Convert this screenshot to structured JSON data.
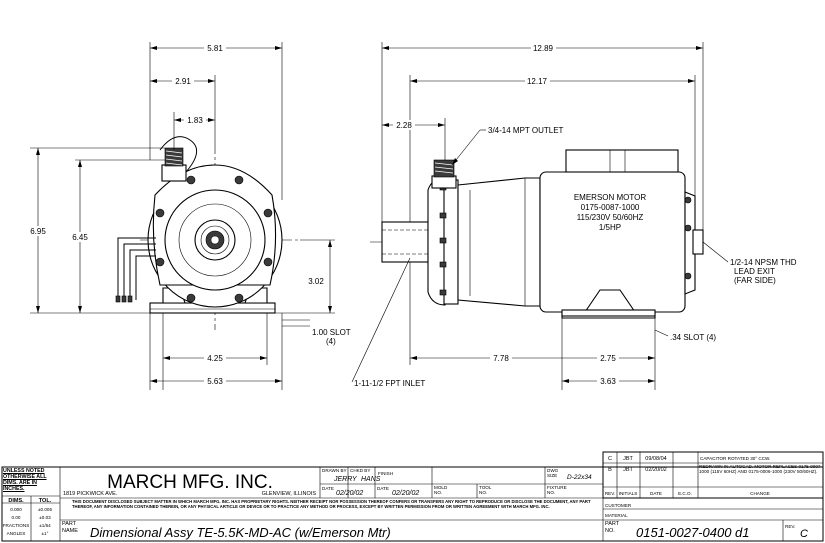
{
  "dims": {
    "left_overall_width": "5.81",
    "left_half_width": "2.91",
    "outlet_offset": "1.83",
    "overall_height": "6.95",
    "height_to_outlet": "6.45",
    "centerline_height": "3.02",
    "foot_hole_spacing": "4.25",
    "base_width": "5.63",
    "overall_length": "12.89",
    "motor_length": "12.17",
    "outlet_setback": "2.28",
    "base_length": "7.78",
    "foot_slot_spacing": "2.75",
    "foot_rear": "3.63"
  },
  "callouts": {
    "slot_left": "1.00  SLOT",
    "slot_left_qty": "(4)",
    "slot_right": ".34  SLOT (4)",
    "outlet": "3/4-14  MPT  OUTLET",
    "inlet": "1-11-1/2  FPT  INLET",
    "lead_exit_1": "1/2-14  NPSM  THD",
    "lead_exit_2": "LEAD  EXIT",
    "lead_exit_3": "(FAR SIDE)"
  },
  "motor_label": {
    "line1": "EMERSON  MOTOR",
    "line2": "0175-0087-1000",
    "line3": "115/230V  50/60HZ",
    "line4": "1/5HP"
  },
  "revisions": {
    "rows": [
      {
        "rev": "C",
        "initials": "JBT",
        "date": "09/08/04",
        "eco": "",
        "change": "CAPACITOR ROTATED 30° CCW."
      },
      {
        "rev": "B",
        "initials": "JBT",
        "date": "02/20/02",
        "eco": "",
        "change": "REDRAWN IN AUTOCAD. MOTOR REPLACES 0175-0007-1000 (115V 60HZ) AND 0175-0006-1000 (230V 50/60HZ)."
      }
    ],
    "headers": {
      "rev": "REV.",
      "initials": "INITIALS",
      "date": "DATE",
      "eco": "E.C.O.",
      "change": "CHANGE"
    }
  },
  "title_block": {
    "tolerance_header": "UNLESS NOTED OTHERWISE ALL DIMS. ARE IN INCHES.",
    "dims_header": "DIMS.",
    "tol_header": "TOL.",
    "tol_rows": [
      {
        "dims": "0.000",
        "tol": "±0.005"
      },
      {
        "dims": "0.00",
        "tol": "±0.03"
      },
      {
        "dims": "FRACTIONS",
        "tol": "±1/64"
      },
      {
        "dims": "ANGLES",
        "tol": "±1°"
      }
    ],
    "company": "MARCH MFG. INC.",
    "address": "1819 PICKWICK AVE.",
    "city": "GLENVIEW, ILLINOIS",
    "drawn_by_label": "DRAWN BY",
    "drawn_by": "JERRY",
    "chkd_by_label": "CHKD BY",
    "chkd_by": "HANS",
    "date_label": "DATE",
    "drawn_date": "02/20/02",
    "chkd_date": "02/20/02",
    "finish_label": "FINISH",
    "mold_label": "MOLD NO.",
    "tool_label": "TOOL NO.",
    "dwg_size_label": "DWG SIZE",
    "dwg_size": "D-22x34",
    "fixture_label": "FIXTURE NO.",
    "notice": "THIS DOCUMENT DISCLOSED SUBJECT MATTER IN WHICH MARCH MFG. INC. HAS PROPRIETARY RIGHTS. NEITHER RECEIPT NOR POSSESSION THEREOF CONFERS OR TRANSFERS ANY RIGHT TO REPRODUCE OR DISCLOSE THE DOCUMENT, ANY PART THEREOF, ANY INFORMATION CONTAINED THEREIN, OR ANY PHYSICAL ARTICLE OR DEVICE OR TO PRACTICE ANY METHOD OR PROCESS, EXCEPT BY WRITTEN PERMISSION FROM OR WRITTEN AGREEMENT WITH MARCH MFG. INC.",
    "customer_label": "CUSTOMER",
    "material_label": "MATERIAL",
    "part_name_label": "PART NAME",
    "part_name": "Dimensional Assy TE-5.5K-MD-AC (w/Emerson Mtr)",
    "part_no_label": "PART NO.",
    "part_no": "0151-0027-0400 d1",
    "rev_label": "REV.",
    "rev": "C"
  }
}
